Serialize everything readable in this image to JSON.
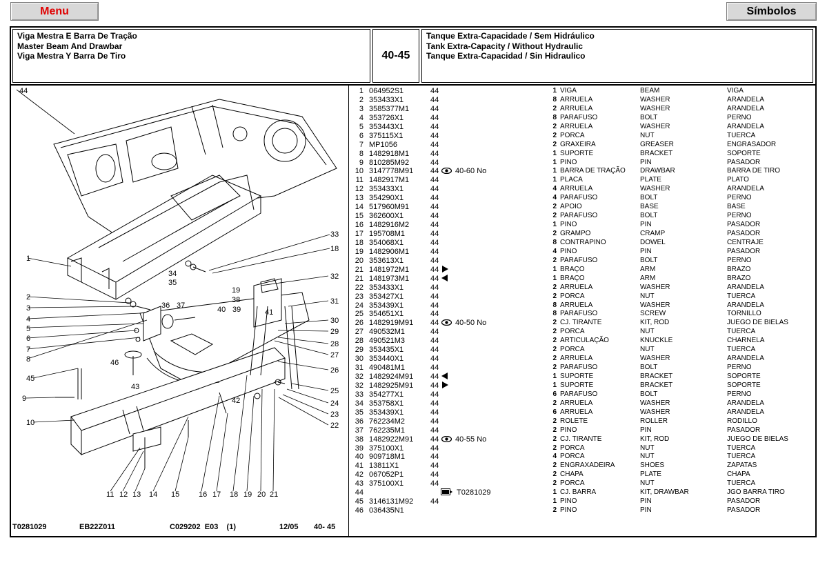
{
  "buttons": {
    "menu": "Menu",
    "simbolos": "Símbolos"
  },
  "header": {
    "left": [
      "Viga Mestra E Barra De Tração",
      "Master Beam And Drawbar",
      "Viga Mestra Y Barra De Tiro"
    ],
    "code": "40-45",
    "right": [
      "Tanque Extra-Capacidade / Sem Hidráulico",
      "Tank Extra-Capacity / Without Hydraulic",
      "Tanque Extra-Capacidad / Sin Hidraulico"
    ]
  },
  "footer": {
    "ref": "T0281029",
    "eb": "EB22Z011",
    "code": "C029202  E03    (1)",
    "date": "12/05",
    "page": "40- 45"
  },
  "diagram_labels": {
    "top": "44",
    "left": [
      "1",
      "2",
      "3",
      "4",
      "5",
      "6",
      "7",
      "8",
      "9",
      "10",
      "45"
    ],
    "bottom": [
      "11",
      "12",
      "13",
      "14",
      "15",
      "16",
      "17",
      "18",
      "19",
      "20",
      "21"
    ],
    "right": [
      "33",
      "18",
      "32",
      "31",
      "30",
      "29",
      "28",
      "27",
      "26",
      "25",
      "24",
      "23",
      "22"
    ],
    "inner": [
      "34",
      "35",
      "36",
      "37",
      "40",
      "39",
      "38",
      "19",
      "41",
      "46",
      "43",
      "42"
    ]
  },
  "parts": [
    {
      "no": "1",
      "pn": "064952S1",
      "ref": "44",
      "note": "",
      "qty": "1",
      "pt": "VIGA",
      "en": "BEAM",
      "es": "VIGA"
    },
    {
      "no": "2",
      "pn": "353433X1",
      "ref": "44",
      "note": "",
      "qty": "8",
      "pt": "ARRUELA",
      "en": "WASHER",
      "es": "ARANDELA"
    },
    {
      "no": "3",
      "pn": "3585377M1",
      "ref": "44",
      "note": "",
      "qty": "2",
      "pt": "ARRUELA",
      "en": "WASHER",
      "es": "ARANDELA"
    },
    {
      "no": "4",
      "pn": "353726X1",
      "ref": "44",
      "note": "",
      "qty": "8",
      "pt": "PARAFUSO",
      "en": "BOLT",
      "es": "PERNO"
    },
    {
      "no": "5",
      "pn": "353443X1",
      "ref": "44",
      "note": "",
      "qty": "2",
      "pt": "ARRUELA",
      "en": "WASHER",
      "es": "ARANDELA"
    },
    {
      "no": "6",
      "pn": "375115X1",
      "ref": "44",
      "note": "",
      "qty": "2",
      "pt": "PORCA",
      "en": "NUT",
      "es": "TUERCA"
    },
    {
      "no": "7",
      "pn": "MP1056",
      "ref": "44",
      "note": "",
      "qty": "2",
      "pt": "GRAXEIRA",
      "en": "GREASER",
      "es": "ENGRASADOR"
    },
    {
      "no": "8",
      "pn": "1482918M1",
      "ref": "44",
      "note": "",
      "qty": "1",
      "pt": "SUPORTE",
      "en": "BRACKET",
      "es": "SOPORTE"
    },
    {
      "no": "9",
      "pn": "810285M92",
      "ref": "44",
      "note": "",
      "qty": "1",
      "pt": "PINO",
      "en": "PIN",
      "es": "PASADOR"
    },
    {
      "no": "10",
      "pn": "3147778M91",
      "ref": "44",
      "note": "eye",
      "note_text": "40-60 No",
      "qty": "1",
      "pt": "BARRA DE TRAÇÃO",
      "en": "DRAWBAR",
      "es": "BARRA DE TIRO"
    },
    {
      "no": "11",
      "pn": "1482917M1",
      "ref": "44",
      "note": "",
      "qty": "1",
      "pt": "PLACA",
      "en": "PLATE",
      "es": "PLATO"
    },
    {
      "no": "12",
      "pn": "353433X1",
      "ref": "44",
      "note": "",
      "qty": "4",
      "pt": "ARRUELA",
      "en": "WASHER",
      "es": "ARANDELA"
    },
    {
      "no": "13",
      "pn": "354290X1",
      "ref": "44",
      "note": "",
      "qty": "4",
      "pt": "PARAFUSO",
      "en": "BOLT",
      "es": "PERNO"
    },
    {
      "no": "14",
      "pn": "517960M91",
      "ref": "44",
      "note": "",
      "qty": "2",
      "pt": "APOIO",
      "en": "BASE",
      "es": "BASE"
    },
    {
      "no": "15",
      "pn": "362600X1",
      "ref": "44",
      "note": "",
      "qty": "2",
      "pt": "PARAFUSO",
      "en": "BOLT",
      "es": "PERNO"
    },
    {
      "no": "16",
      "pn": "1482916M2",
      "ref": "44",
      "note": "",
      "qty": "1",
      "pt": "PINO",
      "en": "PIN",
      "es": "PASADOR"
    },
    {
      "no": "17",
      "pn": "195708M1",
      "ref": "44",
      "note": "",
      "qty": "2",
      "pt": "GRAMPO",
      "en": "CRAMP",
      "es": "PASADOR"
    },
    {
      "no": "18",
      "pn": "354068X1",
      "ref": "44",
      "note": "",
      "qty": "8",
      "pt": "CONTRAPINO",
      "en": "DOWEL",
      "es": "CENTRAJE"
    },
    {
      "no": "19",
      "pn": "1482906M1",
      "ref": "44",
      "note": "",
      "qty": "4",
      "pt": "PINO",
      "en": "PIN",
      "es": "PASADOR"
    },
    {
      "no": "20",
      "pn": "353613X1",
      "ref": "44",
      "note": "",
      "qty": "2",
      "pt": "PARAFUSO",
      "en": "BOLT",
      "es": "PERNO"
    },
    {
      "no": "21",
      "pn": "1481972M1",
      "ref": "44",
      "note": "right",
      "qty": "1",
      "pt": "BRAÇO",
      "en": "ARM",
      "es": "BRAZO"
    },
    {
      "no": "21",
      "pn": "1481973M1",
      "ref": "44",
      "note": "left",
      "qty": "1",
      "pt": "BRAÇO",
      "en": "ARM",
      "es": "BRAZO"
    },
    {
      "no": "22",
      "pn": "353433X1",
      "ref": "44",
      "note": "",
      "qty": "2",
      "pt": "ARRUELA",
      "en": "WASHER",
      "es": "ARANDELA"
    },
    {
      "no": "23",
      "pn": "353427X1",
      "ref": "44",
      "note": "",
      "qty": "2",
      "pt": "PORCA",
      "en": "NUT",
      "es": "TUERCA"
    },
    {
      "no": "24",
      "pn": "353439X1",
      "ref": "44",
      "note": "",
      "qty": "8",
      "pt": "ARRUELA",
      "en": "WASHER",
      "es": "ARANDELA"
    },
    {
      "no": "25",
      "pn": "354651X1",
      "ref": "44",
      "note": "",
      "qty": "8",
      "pt": "PARAFUSO",
      "en": "SCREW",
      "es": "TORNILLO"
    },
    {
      "no": "26",
      "pn": "1482919M91",
      "ref": "44",
      "note": "eye",
      "note_text": "40-50 No",
      "qty": "2",
      "pt": "CJ. TIRANTE",
      "en": "KIT, ROD",
      "es": "JUEGO DE BIELAS"
    },
    {
      "no": "27",
      "pn": "490532M1",
      "ref": "44",
      "note": "",
      "qty": "2",
      "pt": "PORCA",
      "en": "NUT",
      "es": "TUERCA"
    },
    {
      "no": "28",
      "pn": "490521M3",
      "ref": "44",
      "note": "",
      "qty": "2",
      "pt": "ARTICULAÇÃO",
      "en": "KNUCKLE",
      "es": "CHARNELA"
    },
    {
      "no": "29",
      "pn": "353435X1",
      "ref": "44",
      "note": "",
      "qty": "2",
      "pt": "PORCA",
      "en": "NUT",
      "es": "TUERCA"
    },
    {
      "no": "30",
      "pn": "353440X1",
      "ref": "44",
      "note": "",
      "qty": "2",
      "pt": "ARRUELA",
      "en": "WASHER",
      "es": "ARANDELA"
    },
    {
      "no": "31",
      "pn": "490481M1",
      "ref": "44",
      "note": "",
      "qty": "2",
      "pt": "PARAFUSO",
      "en": "BOLT",
      "es": "PERNO"
    },
    {
      "no": "32",
      "pn": "1482924M91",
      "ref": "44",
      "note": "left",
      "qty": "1",
      "pt": "SUPORTE",
      "en": "BRACKET",
      "es": "SOPORTE"
    },
    {
      "no": "32",
      "pn": "1482925M91",
      "ref": "44",
      "note": "right",
      "qty": "1",
      "pt": "SUPORTE",
      "en": "BRACKET",
      "es": "SOPORTE"
    },
    {
      "no": "33",
      "pn": "354277X1",
      "ref": "44",
      "note": "",
      "qty": "6",
      "pt": "PARAFUSO",
      "en": "BOLT",
      "es": "PERNO"
    },
    {
      "no": "34",
      "pn": "353758X1",
      "ref": "44",
      "note": "",
      "qty": "2",
      "pt": "ARRUELA",
      "en": "WASHER",
      "es": "ARANDELA"
    },
    {
      "no": "35",
      "pn": "353439X1",
      "ref": "44",
      "note": "",
      "qty": "6",
      "pt": "ARRUELA",
      "en": "WASHER",
      "es": "ARANDELA"
    },
    {
      "no": "36",
      "pn": "762234M2",
      "ref": "44",
      "note": "",
      "qty": "2",
      "pt": "ROLETE",
      "en": "ROLLER",
      "es": "RODILLO"
    },
    {
      "no": "37",
      "pn": "762235M1",
      "ref": "44",
      "note": "",
      "qty": "2",
      "pt": "PINO",
      "en": "PIN",
      "es": "PASADOR"
    },
    {
      "no": "38",
      "pn": "1482922M91",
      "ref": "44",
      "note": "eye",
      "note_text": "40-55 No",
      "qty": "2",
      "pt": "CJ. TIRANTE",
      "en": "KIT, ROD",
      "es": "JUEGO DE BIELAS"
    },
    {
      "no": "39",
      "pn": "375100X1",
      "ref": "44",
      "note": "",
      "qty": "2",
      "pt": "PORCA",
      "en": "NUT",
      "es": "TUERCA"
    },
    {
      "no": "40",
      "pn": "909718M1",
      "ref": "44",
      "note": "",
      "qty": "4",
      "pt": "PORCA",
      "en": "NUT",
      "es": "TUERCA"
    },
    {
      "no": "41",
      "pn": "13811X1",
      "ref": "44",
      "note": "",
      "qty": "2",
      "pt": "ENGRAXADEIRA",
      "en": "SHOES",
      "es": "ZAPATAS"
    },
    {
      "no": "42",
      "pn": "067052P1",
      "ref": "44",
      "note": "",
      "qty": "2",
      "pt": "CHAPA",
      "en": "PLATE",
      "es": "CHAPA"
    },
    {
      "no": "43",
      "pn": "375100X1",
      "ref": "44",
      "note": "",
      "qty": "2",
      "pt": "PORCA",
      "en": "NUT",
      "es": "TUERCA"
    },
    {
      "no": "44",
      "pn": "",
      "ref": "",
      "note": "book",
      "note_text": "T0281029",
      "qty": "1",
      "pt": "CJ. BARRA",
      "en": "KIT, DRAWBAR",
      "es": "JGO BARRA TIRO"
    },
    {
      "no": "45",
      "pn": "3146131M92",
      "ref": "44",
      "note": "",
      "qty": "1",
      "pt": "PINO",
      "en": "PIN",
      "es": "PASADOR"
    },
    {
      "no": "46",
      "pn": "036435N1",
      "ref": "",
      "note": "",
      "qty": "2",
      "pt": "PINO",
      "en": "PIN",
      "es": "PASADOR"
    }
  ]
}
